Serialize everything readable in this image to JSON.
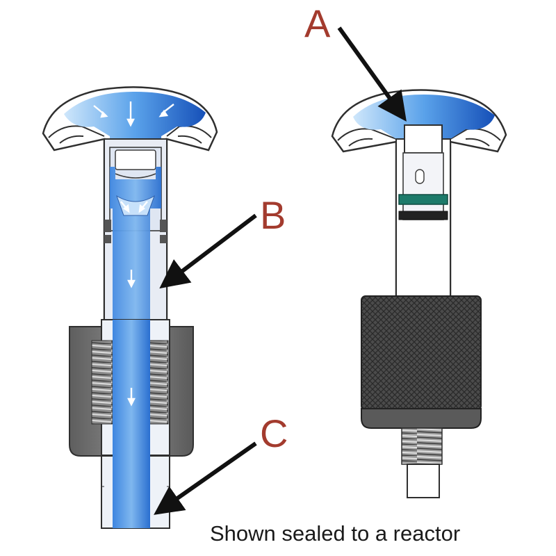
{
  "labels": {
    "a": "A",
    "b": "B",
    "c": "C"
  },
  "caption": "Shown sealed to a reactor",
  "colors": {
    "callout_letters": "#a33b2e",
    "fluid": "#1f6fd6",
    "fluid_light": "#8ec3f2",
    "glass": "#e9edf5",
    "outline": "#3a3a3a",
    "knurled_cap": "#4a4a4a",
    "collar": "#6f6f6f",
    "o_ring": "#1d7a6a",
    "arrow": "#111111"
  }
}
